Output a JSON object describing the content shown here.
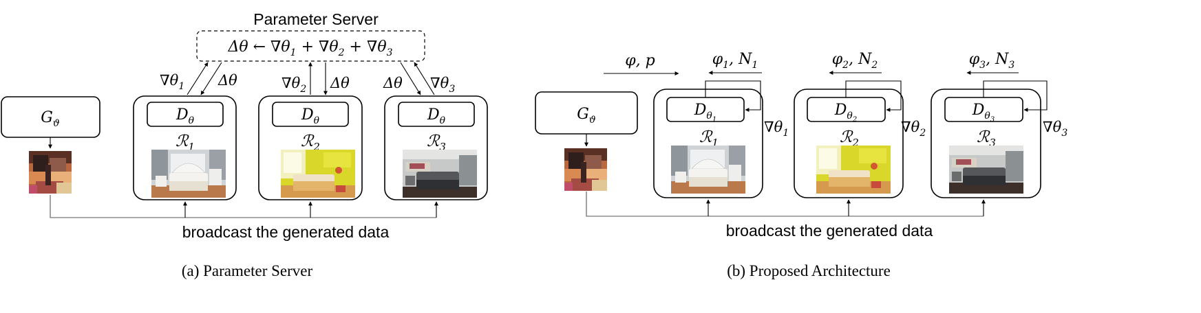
{
  "colors": {
    "stroke": "#000000",
    "connector": "#555555",
    "background": "#ffffff"
  },
  "panel_a": {
    "caption": "(a) Parameter Server",
    "server_title": "Parameter Server",
    "server_formula": {
      "lhs": "Δθ ← ∇θ",
      "s1": "1",
      "plus2": " + ∇θ",
      "s2": "2",
      "plus3": " + ∇θ",
      "s3": "3"
    },
    "generator": {
      "base": "G",
      "sub": "ϑ"
    },
    "broadcast_label": "broadcast the generated data",
    "workers": [
      {
        "d_base": "D",
        "d_sub": "θ",
        "r_base": "ℛ",
        "r_sub": "1",
        "grad_base": "∇θ",
        "grad_sub": "1",
        "delta": "Δθ",
        "image": "bedroom-white-icon"
      },
      {
        "d_base": "D",
        "d_sub": "θ",
        "r_base": "ℛ",
        "r_sub": "2",
        "grad_base": "∇θ",
        "grad_sub": "2",
        "delta": "Δθ",
        "image": "bedroom-yellow-icon"
      },
      {
        "d_base": "D",
        "d_sub": "θ",
        "r_base": "ℛ",
        "r_sub": "3",
        "grad_base": "∇θ",
        "grad_sub": "3",
        "delta": "Δθ",
        "image": "bedroom-gray-icon"
      }
    ],
    "generated_image": "generated-sample-icon"
  },
  "panel_b": {
    "caption": "(b) Proposed Architecture",
    "generator": {
      "base": "G",
      "sub": "ϑ"
    },
    "param_label": "φ, p",
    "broadcast_label": "broadcast the generated data",
    "workers": [
      {
        "d_base": "D",
        "d_sub": "θ",
        "d_subsub": "1",
        "r_base": "ℛ",
        "r_sub": "1",
        "grad_base": "∇θ",
        "grad_sub": "1",
        "phi_base": "φ",
        "phi_sub": "1",
        "n_base": "N",
        "n_sub": "1",
        "image": "bedroom-white-icon"
      },
      {
        "d_base": "D",
        "d_sub": "θ",
        "d_subsub": "2",
        "r_base": "ℛ",
        "r_sub": "2",
        "grad_base": "∇θ",
        "grad_sub": "2",
        "phi_base": "φ",
        "phi_sub": "2",
        "n_base": "N",
        "n_sub": "2",
        "image": "bedroom-yellow-icon"
      },
      {
        "d_base": "D",
        "d_sub": "θ",
        "d_subsub": "3",
        "r_base": "ℛ",
        "r_sub": "3",
        "grad_base": "∇θ",
        "grad_sub": "3",
        "phi_base": "φ",
        "phi_sub": "3",
        "n_base": "N",
        "n_sub": "3",
        "image": "bedroom-gray-icon"
      }
    ],
    "generated_image": "generated-sample-icon"
  }
}
